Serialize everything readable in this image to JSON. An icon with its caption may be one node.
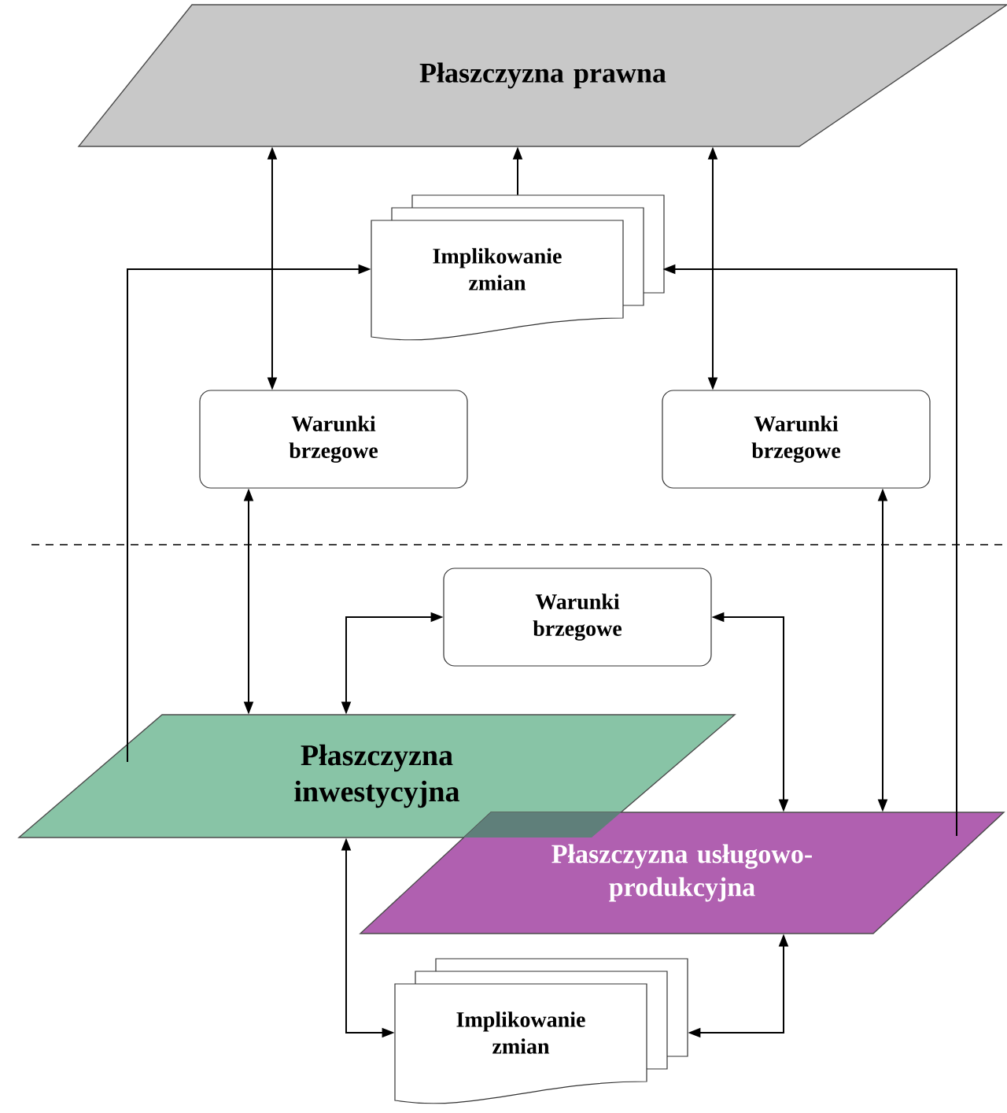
{
  "diagram": {
    "nodes": [
      {
        "text": [
          "Płaszczyzna prawna"
        ]
      },
      {
        "text": [
          "Implikowanie zmian"
        ]
      },
      {
        "text": [
          "Warunki brzegowe"
        ]
      },
      {
        "text": [
          "Warunki brzegowe"
        ]
      },
      {
        "text": [
          "Warunki brzegowe"
        ]
      },
      {
        "text": [
          "Płaszczyzna inwestycyjna"
        ]
      },
      {
        "text": [
          "Płaszczyzna usługowo-produkcyjna"
        ]
      },
      {
        "text": [
          "Implikowanie zmian"
        ]
      }
    ],
    "edges": [
      {
        "from": 0,
        "to": 2,
        "arrow": "both"
      },
      {
        "from": 1,
        "to": 0,
        "arrow": "to"
      },
      {
        "from": 0,
        "to": 3,
        "arrow": "both"
      },
      {
        "from": 5,
        "to": 1,
        "arrow": "to"
      },
      {
        "from": 6,
        "to": 1,
        "arrow": "to"
      },
      {
        "from": 2,
        "to": 5,
        "arrow": "both"
      },
      {
        "from": 3,
        "to": 6,
        "arrow": "both"
      },
      {
        "from": 4,
        "to": 5,
        "arrow": "both"
      },
      {
        "from": 4,
        "to": 6,
        "arrow": "both"
      },
      {
        "from": 5,
        "to": 7,
        "arrow": "both"
      },
      {
        "from": 6,
        "to": 7,
        "arrow": "both"
      }
    ]
  }
}
